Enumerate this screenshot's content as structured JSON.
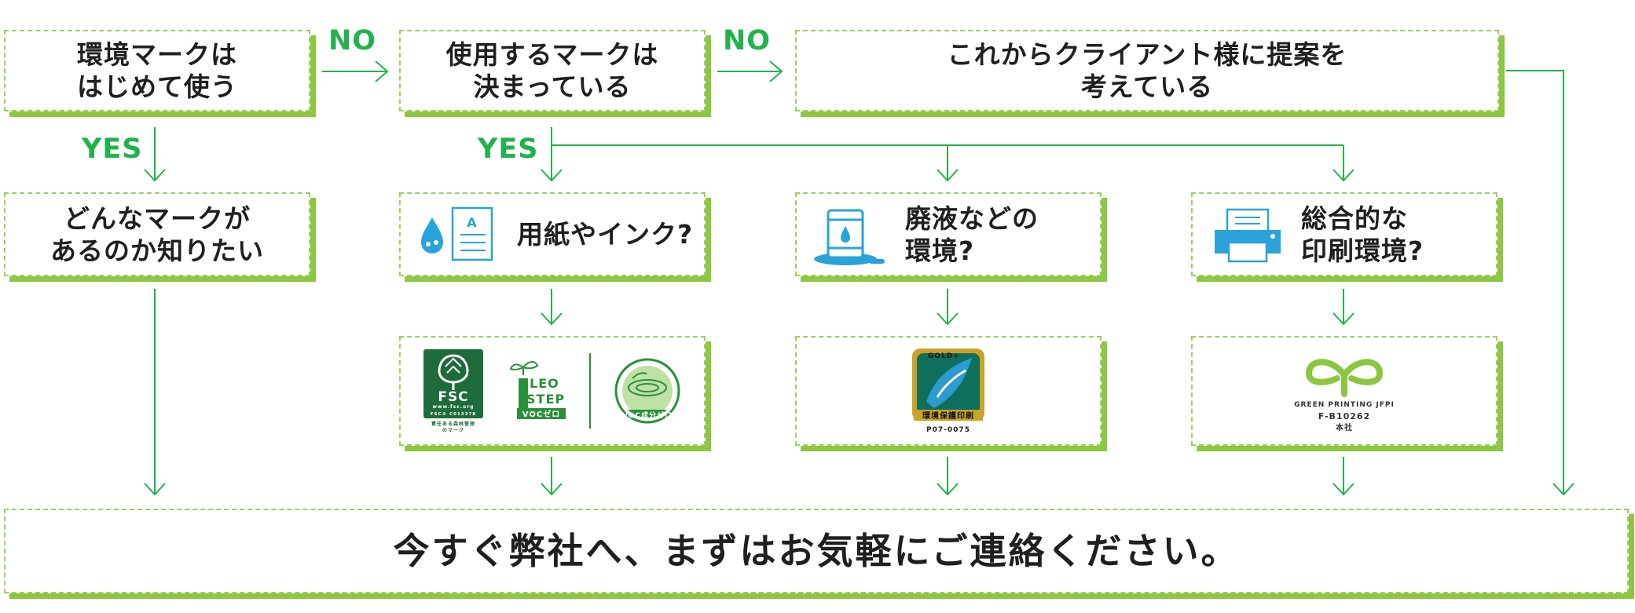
{
  "flow": {
    "q1": "環境マークは\nはじめて使う",
    "q2": "使用するマークは\n決まっている",
    "q3": "これからクライアント様に提案を\n考えている",
    "r1": "どんなマークが\nあるのか知りたい",
    "c1": "用紙やインク?",
    "c2": "廃液などの\n環境?",
    "c3": "総合的な\n印刷環境?",
    "final": "今すぐ弊社へ、まずはお気軽にご連絡ください。"
  },
  "labels": {
    "no": "NO",
    "yes": "YES"
  },
  "logos": {
    "fsc": {
      "name": "FSC",
      "site": "www.fsc.org",
      "code": "FSC® C013378",
      "caption_1": "責任ある森林管理",
      "caption_2": "のマーク"
    },
    "leo": {
      "line1": "LEO",
      "line2": "STEP",
      "line3": "VOCゼロ"
    },
    "voc": {
      "text": "VOC成分ゼロ"
    },
    "gold": {
      "badge": "GOLD+",
      "ribbon": "環境保護印刷",
      "code": "P07-0075"
    },
    "gp": {
      "brand": "GREEN PRINTING",
      "org": "JFPI",
      "code": "F-B10262",
      "place": "本社"
    }
  },
  "colors": {
    "green": "#22b24c",
    "shadow": "#8dc63f",
    "dash": "#9bcf62",
    "icon_blue": "#29a3d9",
    "fsc_green": "#1e6b3b",
    "gp_green": "#8cc63f"
  }
}
